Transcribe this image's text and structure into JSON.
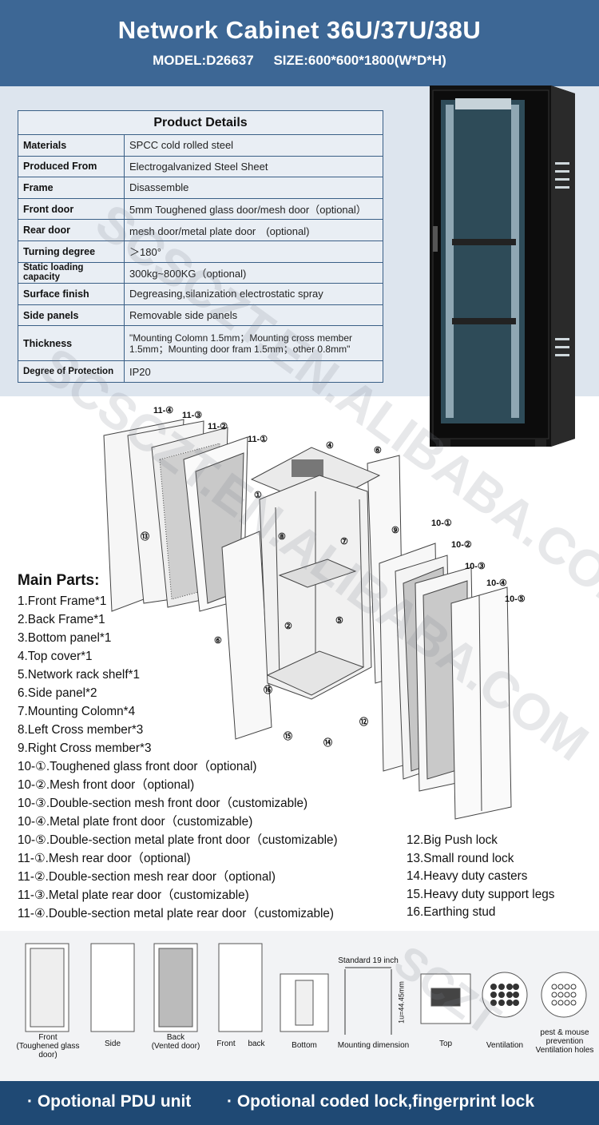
{
  "header": {
    "title": "Network Cabinet 36U/37U/38U",
    "model": "MODEL:D26637",
    "size": "SIZE:600*600*1800(W*D*H)"
  },
  "details": {
    "title": "Product Details",
    "rows": [
      {
        "k": "Materials",
        "v": "SPCC cold rolled steel"
      },
      {
        "k": "Produced From",
        "v": "Electrogalvanized Steel Sheet"
      },
      {
        "k": "Frame",
        "v": "Disassemble"
      },
      {
        "k": "Front door",
        "v": "5mm Toughened glass door/mesh door（optional）"
      },
      {
        "k": "Rear door",
        "v": "mesh door/metal plate door　(optional)"
      },
      {
        "k": "Turning degree",
        "v": "＞180°"
      },
      {
        "k": "Static loading capacity",
        "v": "300kg~800KG（optional)"
      },
      {
        "k": "Surface finish",
        "v": "Degreasing,silanization electrostatic spray"
      },
      {
        "k": "Side panels",
        "v": "Removable side panels"
      },
      {
        "k": "Thickness",
        "v": "\"Mounting Colomn 1.5mm；Mounting cross member 1.5mm；Mounting door fram 1.5mm；other 0.8mm\""
      },
      {
        "k": "Degree of Protection",
        "v": "IP20"
      }
    ]
  },
  "diagram_labels": {
    "l11_4": "11-④",
    "l11_3": "11-③",
    "l11_2": "11-②",
    "l11_1": "11-①",
    "l10_1": "10-①",
    "l10_2": "10-②",
    "l10_3": "10-③",
    "l10_4": "10-④",
    "l10_5": "10-⑤",
    "c1": "①",
    "c2": "②",
    "c4": "④",
    "c5": "⑤",
    "c6": "⑥",
    "c7": "⑦",
    "c8": "⑧",
    "c9": "⑨",
    "c12": "⑫",
    "c13": "⑬",
    "c14": "⑭",
    "c15": "⑮",
    "c16": "⑯"
  },
  "main_parts": {
    "title": "Main Parts:",
    "left": [
      "1.Front Frame*1",
      "2.Back Frame*1",
      "3.Bottom panel*1",
      "4.Top cover*1",
      "5.Network rack shelf*1",
      "6.Side panel*2",
      "7.Mounting Colomn*4",
      "8.Left Cross member*3",
      "9.Right Cross member*3",
      "10-①.Toughened glass front door（optional)",
      "10-②.Mesh front door（optional)",
      "10-③.Double-section mesh front door（customizable)",
      "10-④.Metal plate front door（customizable)",
      "10-⑤.Double-section metal plate front door（customizable)",
      "11-①.Mesh rear door（optional)",
      "11-②.Double-section mesh rear door（optional)",
      "11-③.Metal plate rear door（customizable)",
      "11-④.Double-section metal plate rear door（customizable)"
    ],
    "right": [
      "12.Big Push lock",
      "13.Small round lock",
      "14.Heavy duty casters",
      "15.Heavy duty support legs",
      "16.Earthing stud"
    ]
  },
  "views": {
    "front": "Front",
    "front_sub": "(Toughened glass door)",
    "side": "Side",
    "back": "Back",
    "back_sub": "(Vented door)",
    "front2": "Front",
    "back2": "back",
    "bottom": "Bottom",
    "mounting": "Mounting dimension",
    "standard": "Standard 19 inch",
    "unit": "1u=44.45mm",
    "top": "Top",
    "ventilation": "Ventilation",
    "pest1": "pest & mouse",
    "pest2": "prevention",
    "pest3": "Ventilation holes"
  },
  "footer": {
    "left": "· Opotional PDU unit",
    "right": "· Opotional coded lock,fingerprint lock"
  },
  "watermark": {
    "text1": "SCSCZT.EN.ALIBABA.COM",
    "text2": "SCSCZT.EN.ALIBABA.COM",
    "text3": "SCZT"
  }
}
